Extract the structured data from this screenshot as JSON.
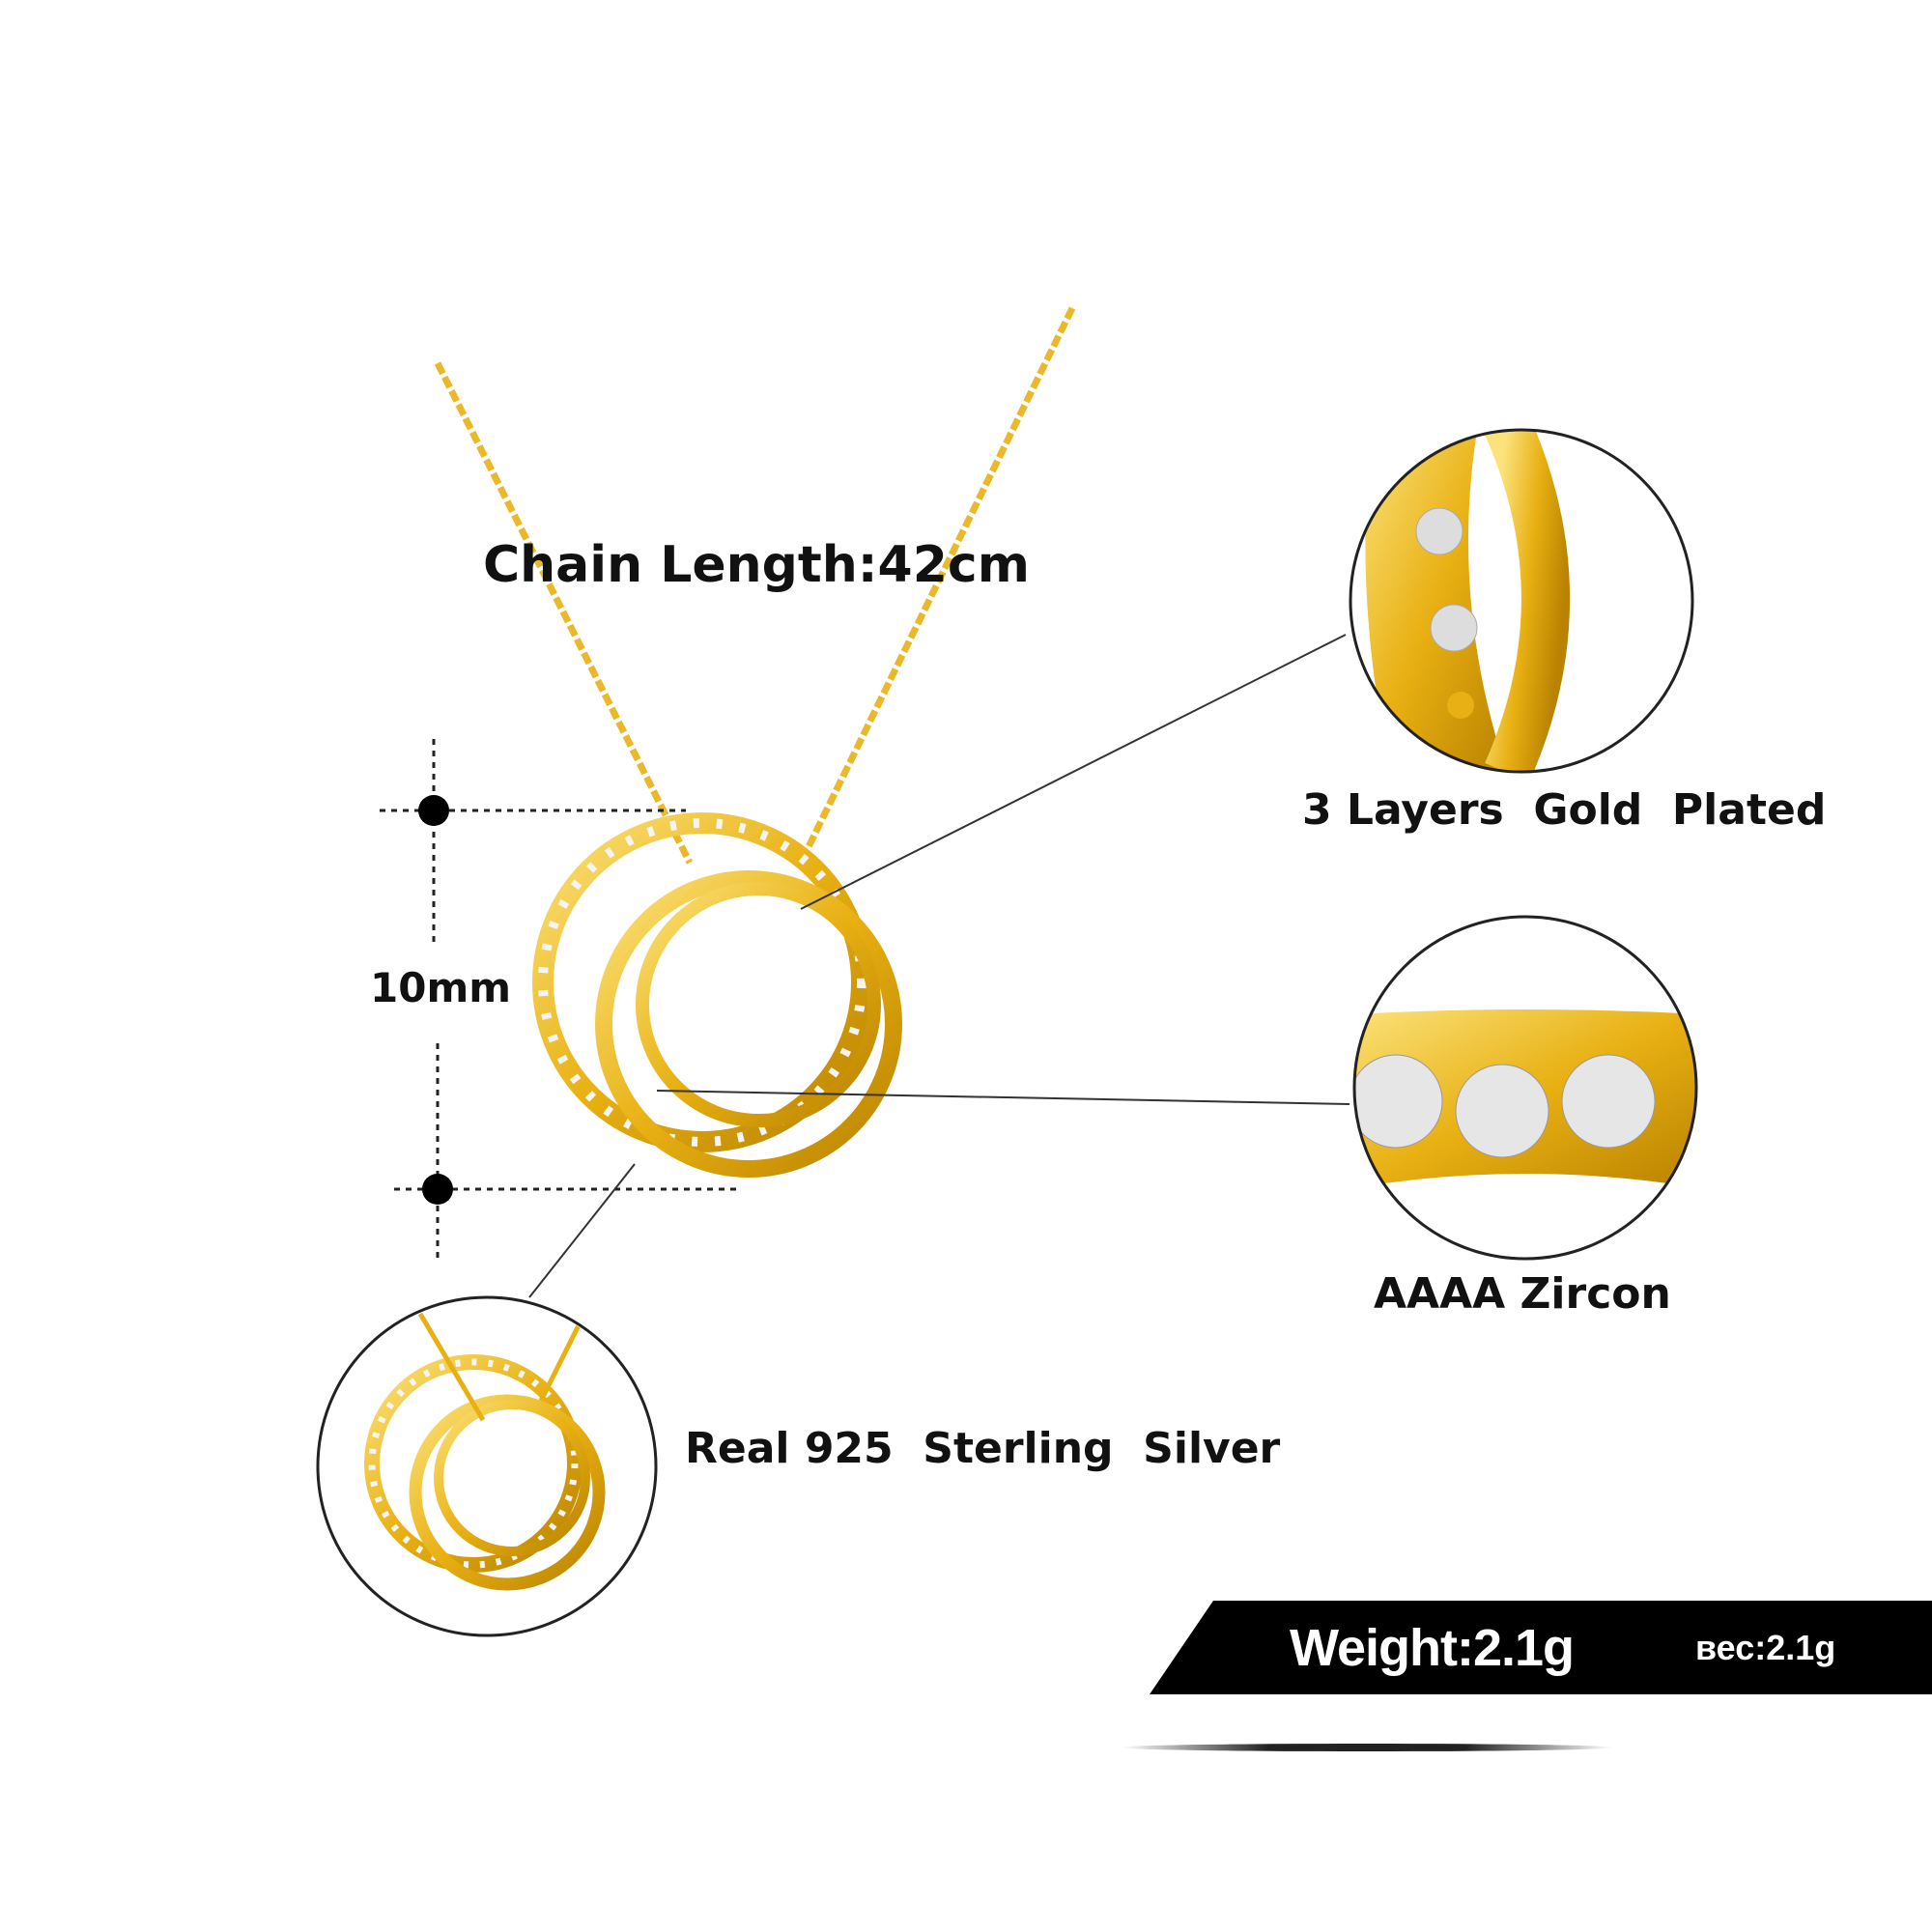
{
  "product_labels": {
    "chain_length": "Chain Length:42cm",
    "pendant_size": "10mm",
    "plating": "3 Layers  Gold  Plated",
    "stone": "AAAA Zircon",
    "material": "Real 925  Sterling  Silver"
  },
  "weight_banner": {
    "weight_en": "Weight:2.1g",
    "weight_ru": "вес:2.1g"
  },
  "colors": {
    "gold": "#e8b012",
    "gold_dark": "#b98200",
    "banner": "#000000"
  }
}
